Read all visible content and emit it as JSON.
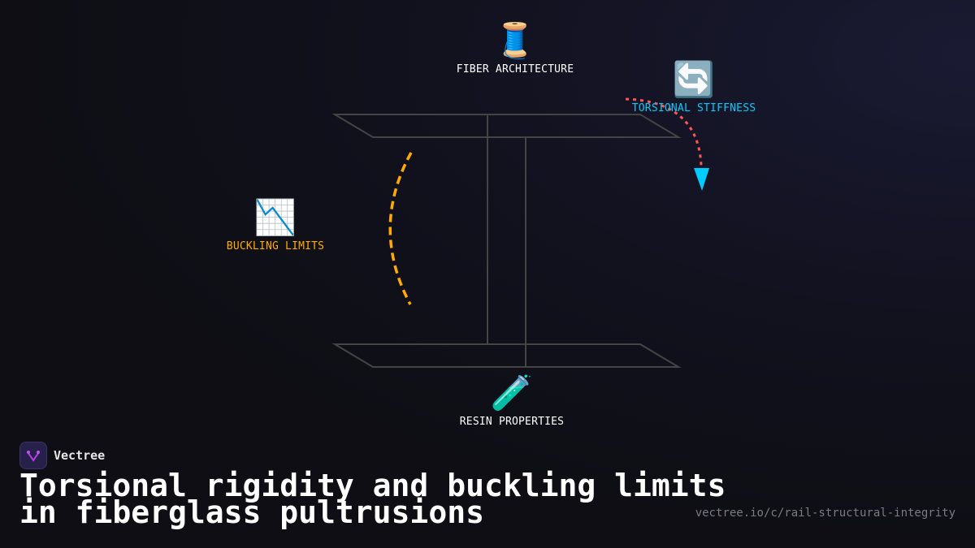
{
  "nodes": {
    "fiber": {
      "icon": "spool-of-thread",
      "emoji": "🧵",
      "label": "FIBER ARCHITECTURE",
      "color": "#ffffff"
    },
    "torsion": {
      "icon": "rotation-arrows",
      "emoji": "🔄",
      "label": "TORSIONAL STIFFNESS",
      "color": "#00ccff"
    },
    "buckling": {
      "icon": "chart-decreasing",
      "emoji": "📉",
      "label": "BUCKLING LIMITS",
      "color": "#ffaa00"
    },
    "resin": {
      "icon": "test-tube",
      "emoji": "🧪",
      "label": "RESIN PROPERTIES",
      "color": "#ffffff"
    }
  },
  "colors": {
    "beam": "#444444",
    "buckling_arc": "#ffaa00",
    "torsion_arc": "#ff5555",
    "torsion_arrow": "#00ccff"
  },
  "brand": {
    "name": "Vectree"
  },
  "title": {
    "line1": "Torsional rigidity and buckling limits",
    "line2": "in fiberglass pultrusions"
  },
  "url": "vectree.io/c/rail-structural-integrity"
}
